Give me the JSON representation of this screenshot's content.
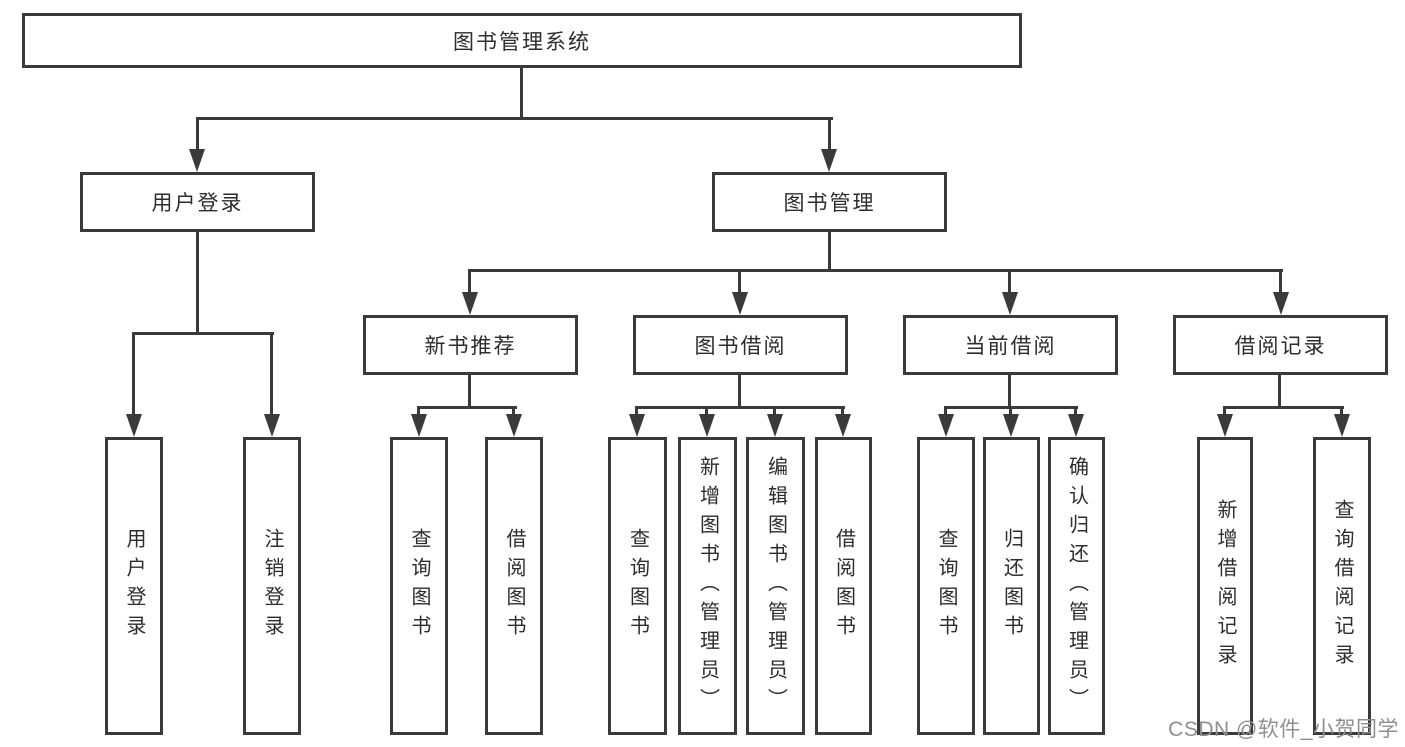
{
  "nodes": {
    "root": "图书管理系统",
    "user_login": "用户登录",
    "book_management": "图书管理",
    "new_book_recommend": "新书推荐",
    "book_borrow": "图书借阅",
    "current_borrow": "当前借阅",
    "borrow_record": "借阅记录",
    "leaves": {
      "user_login": [
        "用户登录",
        "注销登录"
      ],
      "new_book_recommend": [
        "查询图书",
        "借阅图书"
      ],
      "book_borrow": [
        "查询图书",
        "新增图书（管理员）",
        "编辑图书（管理员）",
        "借阅图书"
      ],
      "current_borrow": [
        "查询图书",
        "归还图书",
        "确认归还（管理员）"
      ],
      "borrow_record": [
        "新增借阅记录",
        "查询借阅记录"
      ]
    }
  },
  "watermark": "CSDN @软件_小贺同学",
  "colors": {
    "line": "#3a3a3a",
    "text": "#2d2d2d",
    "background": "#ffffff",
    "watermark": "#8f8f8f"
  }
}
